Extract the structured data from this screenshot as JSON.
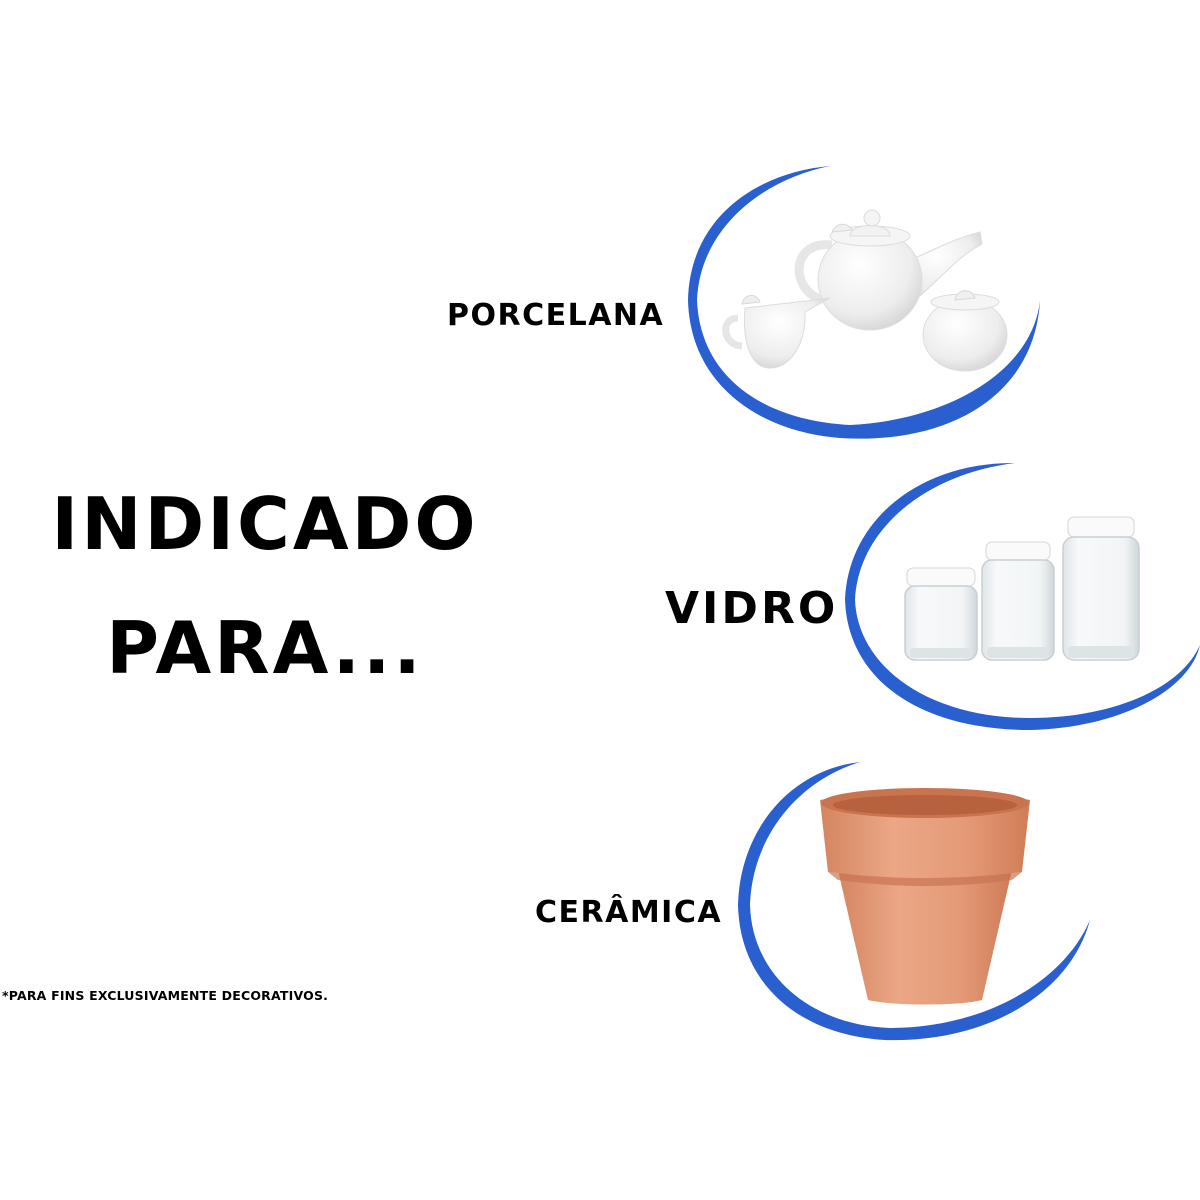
{
  "headline": {
    "line1": "INDICADO",
    "line2": "PARA..."
  },
  "materials": [
    {
      "label": "PORCELANA",
      "icon": "porcelain-tea-set-icon"
    },
    {
      "label": "VIDRO",
      "icon": "glass-jars-icon"
    },
    {
      "label": "CERÂMICA",
      "icon": "terracotta-pot-icon"
    }
  ],
  "disclaimer": "*PARA FINS EXCLUSIVAMENTE DECORATIVOS.",
  "colors": {
    "accent_blue": "#2a5fcf",
    "terracotta": "#e29a78",
    "porcelain": "#f4f4f4",
    "glass": "#e9eef0",
    "text": "#000000",
    "background": "#ffffff"
  }
}
